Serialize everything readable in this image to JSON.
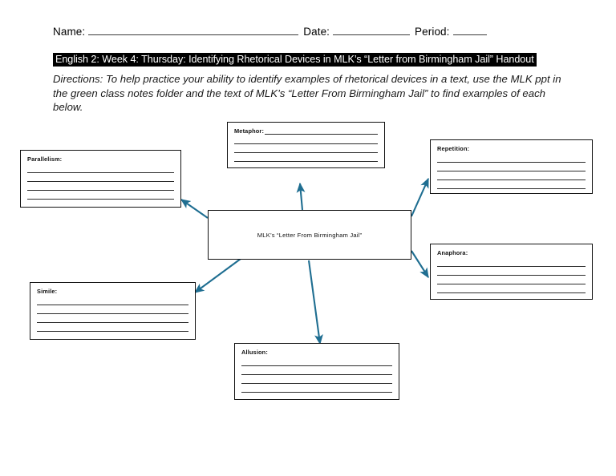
{
  "header": {
    "name_label": "Name:",
    "date_label": "Date:",
    "period_label": "Period:",
    "name_value": "",
    "date_value": "",
    "period_value": ""
  },
  "title": "English 2: Week 4: Thursday: Identifying Rhetorical Devices in MLK’s “Letter from Birmingham Jail” Handout",
  "directions": "Directions: To help practice your ability to identify examples of rhetorical devices in a text, use the MLK ppt in the green class notes folder and the text of MLK’s “Letter From Birmingham Jail” to find examples of each below.",
  "colors": {
    "arrow": "#1f6e91",
    "border": "#111111",
    "rule": "#2b2b2b",
    "highlight_bg": "#000000",
    "highlight_fg": "#ffffff"
  },
  "center_node": {
    "label": "MLK’s “Letter From Birmingham Jail”"
  },
  "nodes": [
    {
      "id": "metaphor",
      "label": "Metaphor:",
      "lines": 4,
      "short_last": false,
      "inline_caption": true
    },
    {
      "id": "parallelism",
      "label": "Parallelism:",
      "lines": 5,
      "short_last": true,
      "inline_caption": false
    },
    {
      "id": "repetition",
      "label": "Repetition:",
      "lines": 5,
      "short_last": true,
      "inline_caption": false
    },
    {
      "id": "anaphora",
      "label": "Anaphora:",
      "lines": 5,
      "short_last": true,
      "inline_caption": false
    },
    {
      "id": "simile",
      "label": "Simile:",
      "lines": 5,
      "short_last": true,
      "inline_caption": false
    },
    {
      "id": "allusion",
      "label": "Allusion:",
      "lines": 5,
      "short_last": true,
      "inline_caption": false
    }
  ],
  "connectors": [
    {
      "from": "center",
      "to": "metaphor",
      "direction": "up"
    },
    {
      "from": "center",
      "to": "parallelism",
      "direction": "up-left"
    },
    {
      "from": "center",
      "to": "repetition",
      "direction": "up-right"
    },
    {
      "from": "center",
      "to": "anaphora",
      "direction": "down-right"
    },
    {
      "from": "center",
      "to": "simile",
      "direction": "down-left"
    },
    {
      "from": "center",
      "to": "allusion",
      "direction": "down"
    }
  ]
}
